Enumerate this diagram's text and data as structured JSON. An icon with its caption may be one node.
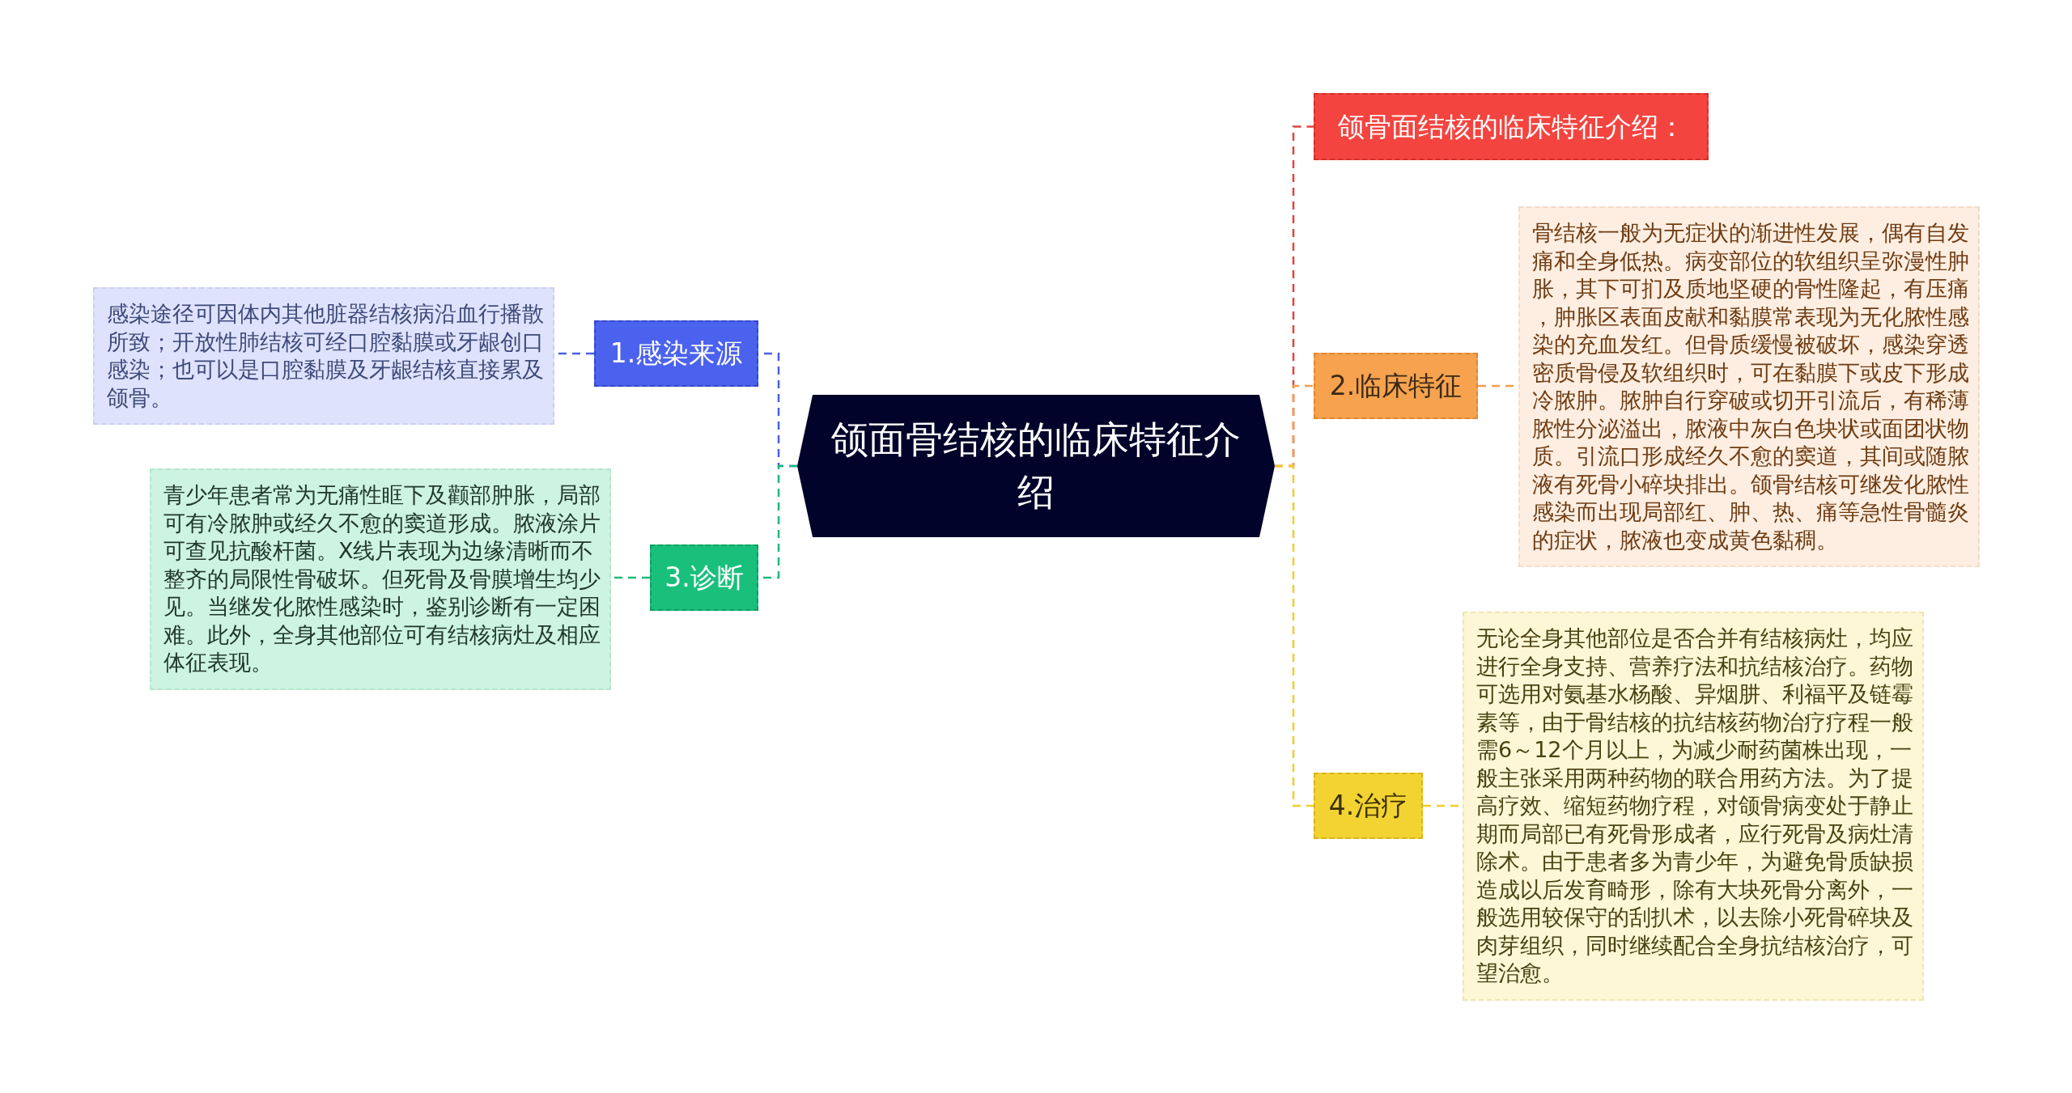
{
  "diagram": {
    "nodes": [
      {
        "text": [
          "颌面骨结核的临床特征介绍"
        ]
      },
      {
        "text": [
          "颌骨面结核的临床特征介绍："
        ]
      },
      {
        "text": [
          "1.感染来源"
        ]
      },
      {
        "text": [
          "感染途径可因体内其他脏器结核病沿血行播散所致；开放性肺结核可经口腔黏膜或牙龈创口感染；也可以是口腔黏膜及牙龈结核直接累及颌骨。"
        ]
      },
      {
        "text": [
          "2.临床特征"
        ]
      },
      {
        "text": [
          "骨结核一般为无症状的渐进性发展，偶有自发痛和全身低热。病变部位的软组织呈弥漫性肿胀，其下可扪及质地坚硬的骨性隆起，有压痛，肿胀区表面皮献和黏膜常表现为无化脓性感染的充血发红。但骨质缓慢被破坏，感染穿透密质骨侵及软组织时，可在黏膜下或皮下形成冷脓肿。脓肿自行穿破或切开引流后，有稀薄脓性分泌溢出，脓液中灰白色块状或面团状物质。引流口形成经久不愈的窦道，其间或随脓液有死骨小碎块排出。颌骨结核可继发化脓性感染而出现局部红、肿、热、痛等急性骨髓炎的症状，脓液也变成黄色黏稠。"
        ]
      },
      {
        "text": [
          "3.诊断"
        ]
      },
      {
        "text": [
          "青少年患者常为无痛性眶下及颧部肿胀，局部可有冷脓肿或经久不愈的窦道形成。脓液涂片可查见抗酸杆菌。X线片表现为边缘清晰而不整齐的局限性骨破坏。但死骨及骨膜增生均少见。当继发化脓性感染时，鉴别诊断有一定困难。此外，全身其他部位可有结核病灶及相应体征表现。"
        ]
      },
      {
        "text": [
          "4.治疗"
        ]
      },
      {
        "text": [
          "无论全身其他部位是否合并有结核病灶，均应进行全身支持、营养疗法和抗结核治疗。药物可选用对氨基水杨酸、异烟肼、利福平及链霉素等，由于骨结核的抗结核药物治疗疗程一般需6～12个月以上，为减少耐药菌株出现，一般主张采用两种药物的联合用药方法。为了提高疗效、缩短药物疗程，对颌骨病变处于静止期而局部已有死骨形成者，应行死骨及病灶清除术。由于患者多为青少年，为避免骨质缺损造成以后发育畸形，除有大块死骨分离外，一般选用较保守的刮扒术，以去除小死骨碎块及肉芽组织，同时继续配合全身抗结核治疗，可望治愈。"
        ]
      }
    ],
    "edges": [
      {
        "from": 0,
        "to": 1,
        "arrow": "none",
        "style": "dashed",
        "color": "#e0443e"
      },
      {
        "from": 0,
        "to": 2,
        "arrow": "none",
        "style": "dashed",
        "color": "#4a60e8"
      },
      {
        "from": 2,
        "to": 3,
        "arrow": "none",
        "style": "dashed",
        "color": "#4a60e8"
      },
      {
        "from": 0,
        "to": 4,
        "arrow": "none",
        "style": "dashed",
        "color": "#ee9e52"
      },
      {
        "from": 4,
        "to": 5,
        "arrow": "none",
        "style": "dashed",
        "color": "#ee9e52"
      },
      {
        "from": 0,
        "to": 6,
        "arrow": "none",
        "style": "dashed",
        "color": "#1dbb78"
      },
      {
        "from": 6,
        "to": 7,
        "arrow": "none",
        "style": "dashed",
        "color": "#1dbb78"
      },
      {
        "from": 0,
        "to": 8,
        "arrow": "none",
        "style": "dashed",
        "color": "#efcd2e"
      },
      {
        "from": 8,
        "to": 9,
        "arrow": "none",
        "style": "dashed",
        "color": "#efcd2e"
      }
    ]
  }
}
